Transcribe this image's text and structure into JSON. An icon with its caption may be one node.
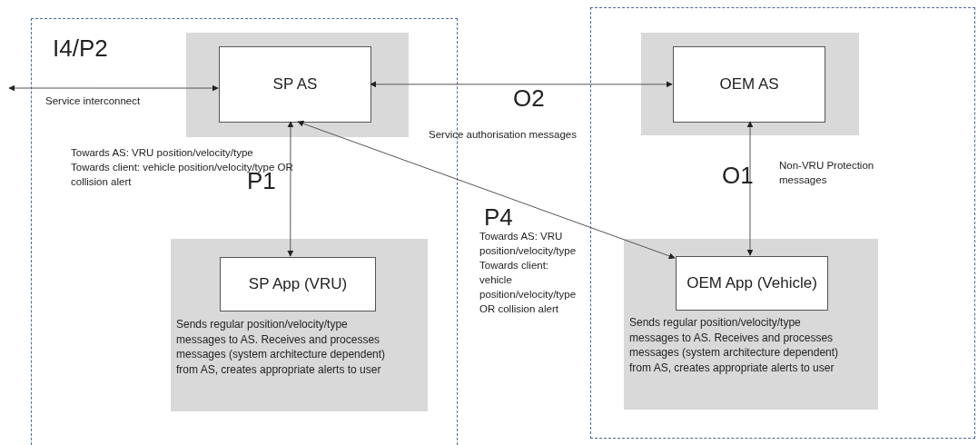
{
  "diagram": {
    "nodes": [
      {
        "text": [],
        "shape": "box"
      },
      {
        "text": [],
        "shape": "box",
        "in": 0
      },
      {
        "text": [
          "SP AS"
        ],
        "in": 1
      },
      {
        "text": [
          "Sends regular position/velocity/type messages to AS. Receives and processes messages (system architecture dependent) from AS, creates appropriate alerts to user"
        ],
        "in": 0
      },
      {
        "text": [
          "SP App (VRU)"
        ],
        "in": 3
      },
      {
        "text": [],
        "shape": "box"
      },
      {
        "text": [],
        "shape": "box",
        "in": 5
      },
      {
        "text": [
          "OEM AS"
        ],
        "in": 6
      },
      {
        "text": [
          "Sends regular position/velocity/type messages to AS. Receives and processes messages (system architecture dependent) from AS, creates appropriate alerts to user"
        ],
        "in": 5
      },
      {
        "text": [
          "OEM App (Vehicle)"
        ],
        "in": 8
      }
    ],
    "edges": [
      {
        "from": null,
        "to": 2,
        "arrow": "both",
        "label": "I4/P2"
      },
      {
        "from": 2,
        "to": 7,
        "arrow": "both",
        "label": "O2"
      },
      {
        "from": 2,
        "to": 4,
        "arrow": "both",
        "label": "P1"
      },
      {
        "from": 2,
        "to": 9,
        "arrow": "both",
        "label": "P4"
      },
      {
        "from": 7,
        "to": 9,
        "arrow": "both",
        "label": "O1"
      }
    ],
    "labels": [
      "Service interconnect",
      "Towards AS: VRU position/velocity/type Towards client: vehicle position/velocity/type OR collision alert",
      "Service authorisation messages",
      "Non-VRU Protection messages",
      "Towards AS: VRU position/velocity/type Towards client: vehicle position/velocity/type OR collision alert"
    ]
  }
}
